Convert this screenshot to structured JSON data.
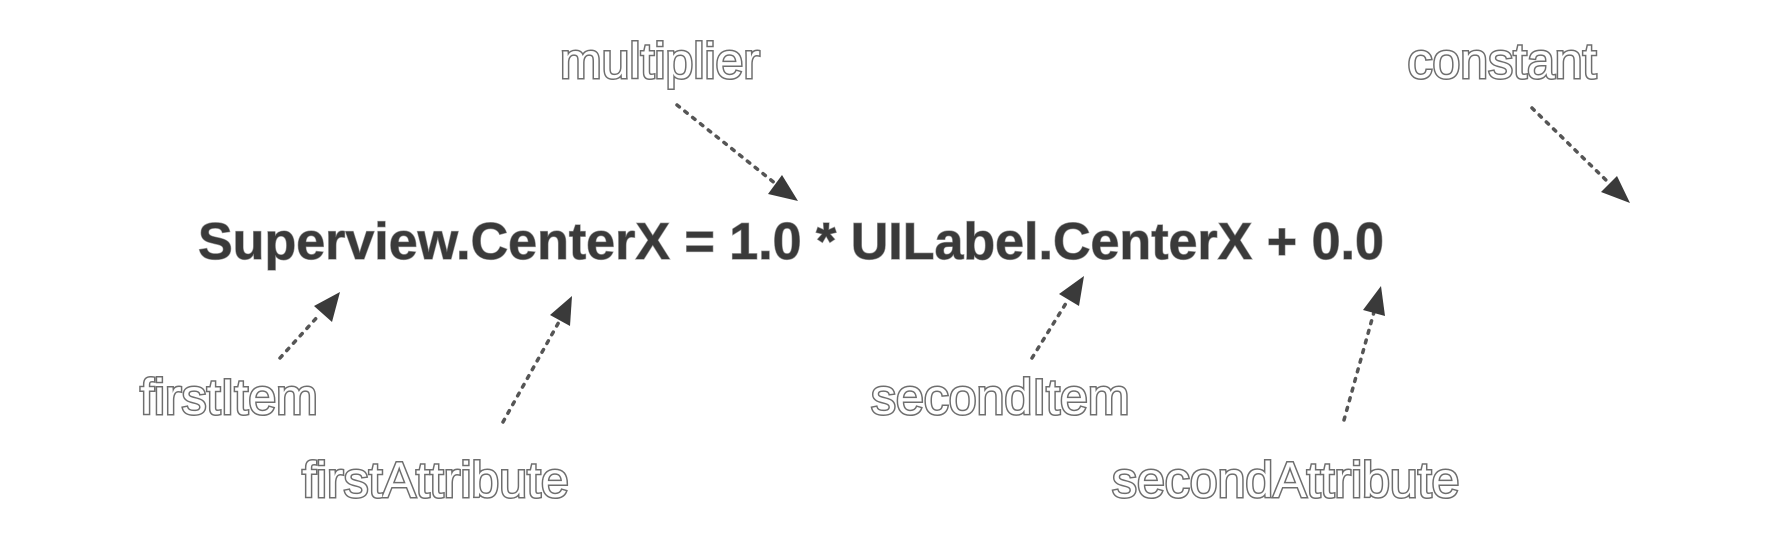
{
  "equation": {
    "text": "Superview.CenterX = 1.0 * UILabel.CenterX + 0.0"
  },
  "labels": {
    "multiplier": "multiplier",
    "constant": "constant",
    "first_item": "firstItem",
    "first_attribute": "firstAttribute",
    "second_item": "secondItem",
    "second_attribute": "secondAttribute"
  },
  "colors": {
    "equation_text": "#3a3a3a",
    "label_outline": "#6e6e6e",
    "arrow": "#555555"
  }
}
